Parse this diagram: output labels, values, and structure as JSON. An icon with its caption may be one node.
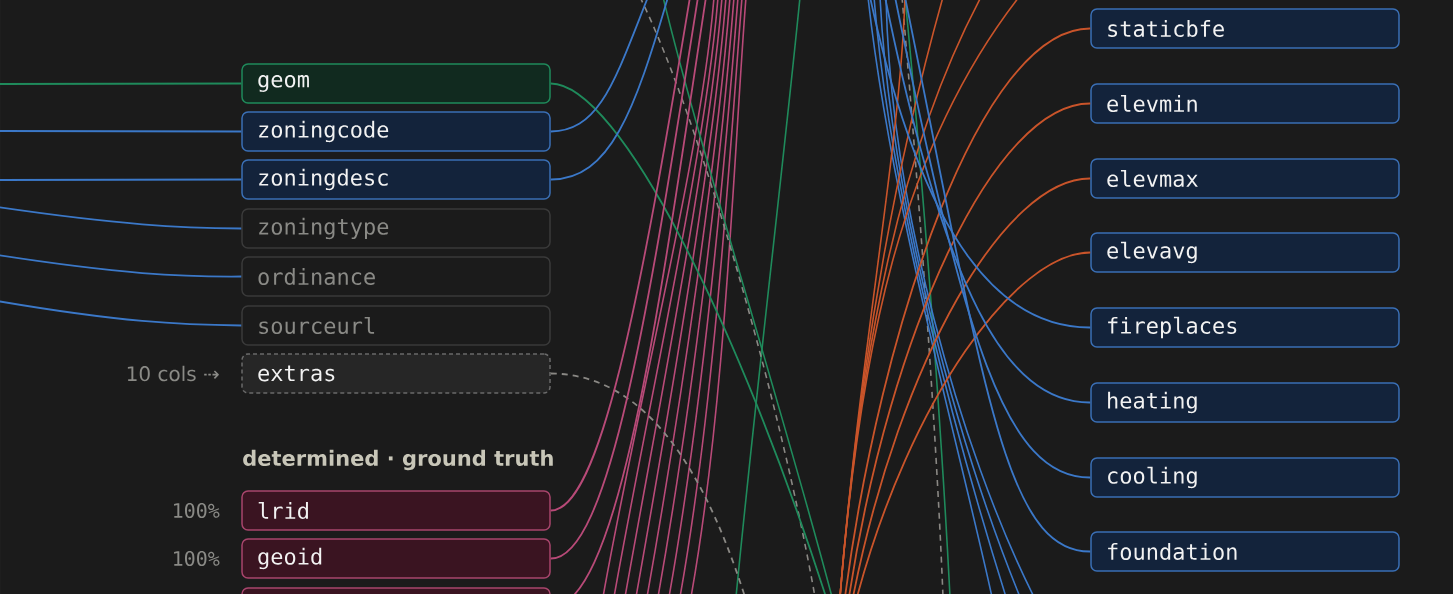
{
  "diagram": {
    "nodes": [
      {
        "text": [
          "geom"
        ]
      },
      {
        "text": [
          "zoningcode"
        ]
      },
      {
        "text": [
          "zoningdesc"
        ]
      },
      {
        "text": [
          "zoningtype"
        ]
      },
      {
        "text": [
          "ordinance"
        ]
      },
      {
        "text": [
          "sourceurl"
        ]
      },
      {
        "text": [
          "extras"
        ],
        "beside": [
          "10 cols ⇢"
        ]
      },
      {
        "text": [
          "lrid"
        ],
        "beside": [
          "100%"
        ]
      },
      {
        "text": [
          "geoid"
        ],
        "beside": [
          "100%"
        ]
      },
      {
        "text": [],
        "shape": "box"
      },
      {
        "text": [
          "staticbfe"
        ]
      },
      {
        "text": [
          "elevmin"
        ]
      },
      {
        "text": [
          "elevmax"
        ]
      },
      {
        "text": [
          "elevavg"
        ]
      },
      {
        "text": [
          "fireplaces"
        ]
      },
      {
        "text": [
          "heating"
        ]
      },
      {
        "text": [
          "cooling"
        ]
      },
      {
        "text": [
          "foundation"
        ]
      }
    ],
    "edges": [
      {
        "from": null,
        "to": 0,
        "arrow": "none",
        "color": "#1f8a5b"
      },
      {
        "from": null,
        "to": 1,
        "arrow": "none"
      },
      {
        "from": null,
        "to": 2,
        "arrow": "none"
      },
      {
        "from": null,
        "to": 3,
        "arrow": "none"
      },
      {
        "from": null,
        "to": 4,
        "arrow": "none"
      },
      {
        "from": null,
        "to": 5,
        "arrow": "none"
      },
      {
        "from": 0,
        "to": null,
        "arrow": "none",
        "color": "#1f8a5b"
      },
      {
        "from": 1,
        "to": null,
        "arrow": "none"
      },
      {
        "from": 2,
        "to": null,
        "arrow": "none"
      },
      {
        "from": 6,
        "to": null,
        "arrow": "none",
        "style": "dashed",
        "color": "#8a8884"
      },
      {
        "from": 7,
        "to": null,
        "arrow": "none",
        "color": "#b84a78"
      },
      {
        "from": 8,
        "to": null,
        "arrow": "none",
        "color": "#b84a78"
      },
      {
        "from": 9,
        "to": null,
        "arrow": "none",
        "color": "#b84a78"
      },
      {
        "from": null,
        "to": 10,
        "arrow": "none",
        "color": "#c9542a"
      },
      {
        "from": null,
        "to": 11,
        "arrow": "none",
        "color": "#c9542a"
      },
      {
        "from": null,
        "to": 12,
        "arrow": "none",
        "color": "#c9542a"
      },
      {
        "from": null,
        "to": 13,
        "arrow": "none",
        "color": "#c9542a"
      },
      {
        "from": null,
        "to": 14,
        "arrow": "none"
      },
      {
        "from": null,
        "to": 15,
        "arrow": "none"
      },
      {
        "from": null,
        "to": 16,
        "arrow": "none"
      },
      {
        "from": null,
        "to": 17,
        "arrow": "none"
      }
    ],
    "labels": [
      "determined · ground truth"
    ]
  }
}
